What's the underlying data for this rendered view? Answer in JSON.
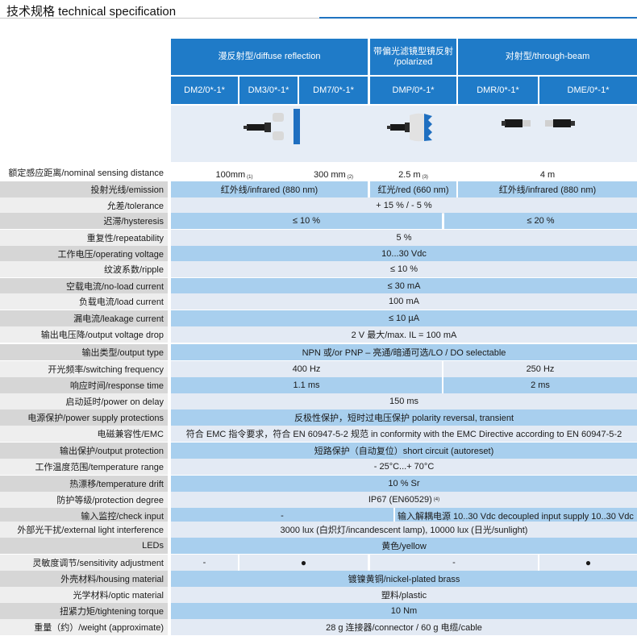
{
  "title": "技术规格 technical specification",
  "header": {
    "groups": {
      "diffuse": "漫反射型/diffuse reflection",
      "polarized_line1": "带偏光滤镜型镜反射",
      "polarized_line2": "/polarized",
      "through": "对射型/through-beam"
    },
    "models": {
      "dm2": "DM2/0*-1*",
      "dm3": "DM3/0*-1*",
      "dm7": "DM7/0*-1*",
      "dmp": "DMP/0*-1*",
      "dmr": "DMR/0*-1*",
      "dme": "DME/0*-1*"
    }
  },
  "rows": [
    {
      "label": "额定感应距离/nominal sensing distance",
      "cells": [
        {
          "text": "100mm",
          "note": "(1)"
        },
        {
          "text": "300 mm",
          "note": "(2)"
        },
        {
          "text": "2.5 m",
          "note": "(3)"
        },
        {
          "text": "4 m"
        }
      ]
    },
    {
      "label": "投射光线/emission",
      "cells": [
        {
          "text": "红外线/infrared (880 nm)"
        },
        {
          "text": "红光/red (660 nm)"
        },
        {
          "text": "红外线/infrared (880 nm)"
        }
      ]
    },
    {
      "label": "允差/tolerance",
      "cells": [
        {
          "text": "+ 15 % / - 5 %"
        }
      ]
    },
    {
      "label": "迟滞/hysteresis",
      "cells": [
        {
          "text": "≤ 10 %"
        },
        {
          "text": "≤ 20 %"
        }
      ]
    },
    {
      "label": "重复性/repeatability",
      "cells": [
        {
          "text": "5 %"
        }
      ]
    },
    {
      "label": "工作电压/operating voltage",
      "cells": [
        {
          "text": "10...30 Vdc"
        }
      ]
    },
    {
      "label": "纹波系数/ripple",
      "cells": [
        {
          "text": "≤ 10 %"
        }
      ]
    },
    {
      "label": "空载电流/no-load current",
      "cells": [
        {
          "text": "≤ 30 mA"
        }
      ]
    },
    {
      "label": "负载电流/load current",
      "cells": [
        {
          "text": "100 mA"
        }
      ]
    },
    {
      "label": "漏电流/leakage current",
      "cells": [
        {
          "text": "≤ 10 µA"
        }
      ]
    },
    {
      "label": "输出电压降/output voltage drop",
      "cells": [
        {
          "text": "2 V 最大/max. IL = 100 mA"
        }
      ]
    },
    {
      "label": "输出类型/output type",
      "cells": [
        {
          "text": "NPN 或/or PNP – 亮通/暗通可选/LO / DO selectable"
        }
      ]
    },
    {
      "label": "开光频率/switching frequency",
      "cells": [
        {
          "text": "400 Hz"
        },
        {
          "text": "250 Hz"
        }
      ]
    },
    {
      "label": "响应时间/response time",
      "cells": [
        {
          "text": "1.1 ms"
        },
        {
          "text": "2 ms"
        }
      ]
    },
    {
      "label": "启动延时/power on delay",
      "cells": [
        {
          "text": "150 ms"
        }
      ]
    },
    {
      "label": "电源保护/power supply protections",
      "cells": [
        {
          "text": "反极性保护，短时过电压保护 polarity reversal, transient"
        }
      ]
    },
    {
      "label": "电磁兼容性/EMC",
      "cells": [
        {
          "text": "符合 EMC 指令要求，符合 EN 60947-5-2 规范 in conformity with the EMC Directive according to EN 60947-5-2"
        }
      ]
    },
    {
      "label": "输出保护/output protection",
      "cells": [
        {
          "text": "短路保护（自动复位）short circuit (autoreset)"
        }
      ]
    },
    {
      "label": "工作温度范围/temperature range",
      "cells": [
        {
          "text": "- 25°C...+ 70°C"
        }
      ]
    },
    {
      "label": "热漂移/temperature drift",
      "cells": [
        {
          "text": "10 % Sr"
        }
      ]
    },
    {
      "label": "防护等级/protection degree",
      "cells": [
        {
          "text": "IP67 (EN60529)",
          "note": "(4)"
        }
      ]
    },
    {
      "label": "输入监控/check input",
      "cells": [
        {
          "text": "-"
        },
        {
          "text": "输入解耦电源 10..30 Vdc decoupled input supply 10..30 Vdc"
        }
      ]
    },
    {
      "label": "外部光干扰/external light interference",
      "cells": [
        {
          "text": "3000 lux (白炽灯/incandescent lamp), 10000 lux (日光/sunlight)"
        }
      ]
    },
    {
      "label": "LEDs",
      "cells": [
        {
          "text": "黄色/yellow"
        }
      ]
    },
    {
      "label": "灵敏度调节/sensitivity adjustment",
      "cells": [
        {
          "text": "-"
        },
        {
          "text": "●"
        },
        {
          "text": "-"
        },
        {
          "text": "●"
        }
      ]
    },
    {
      "label": "外壳材料/housing material",
      "cells": [
        {
          "text": "镀镍黄铜/nickel-plated brass"
        }
      ]
    },
    {
      "label": "光学材料/optic material",
      "cells": [
        {
          "text": "塑料/plastic"
        }
      ]
    },
    {
      "label": "扭紧力矩/tightening torque",
      "cells": [
        {
          "text": "10 Nm"
        }
      ]
    },
    {
      "label": "重量（约）/weight (approximate)",
      "cells": [
        {
          "text": "28 g 连接器/connector / 60 g 电缆/cable"
        }
      ]
    }
  ]
}
